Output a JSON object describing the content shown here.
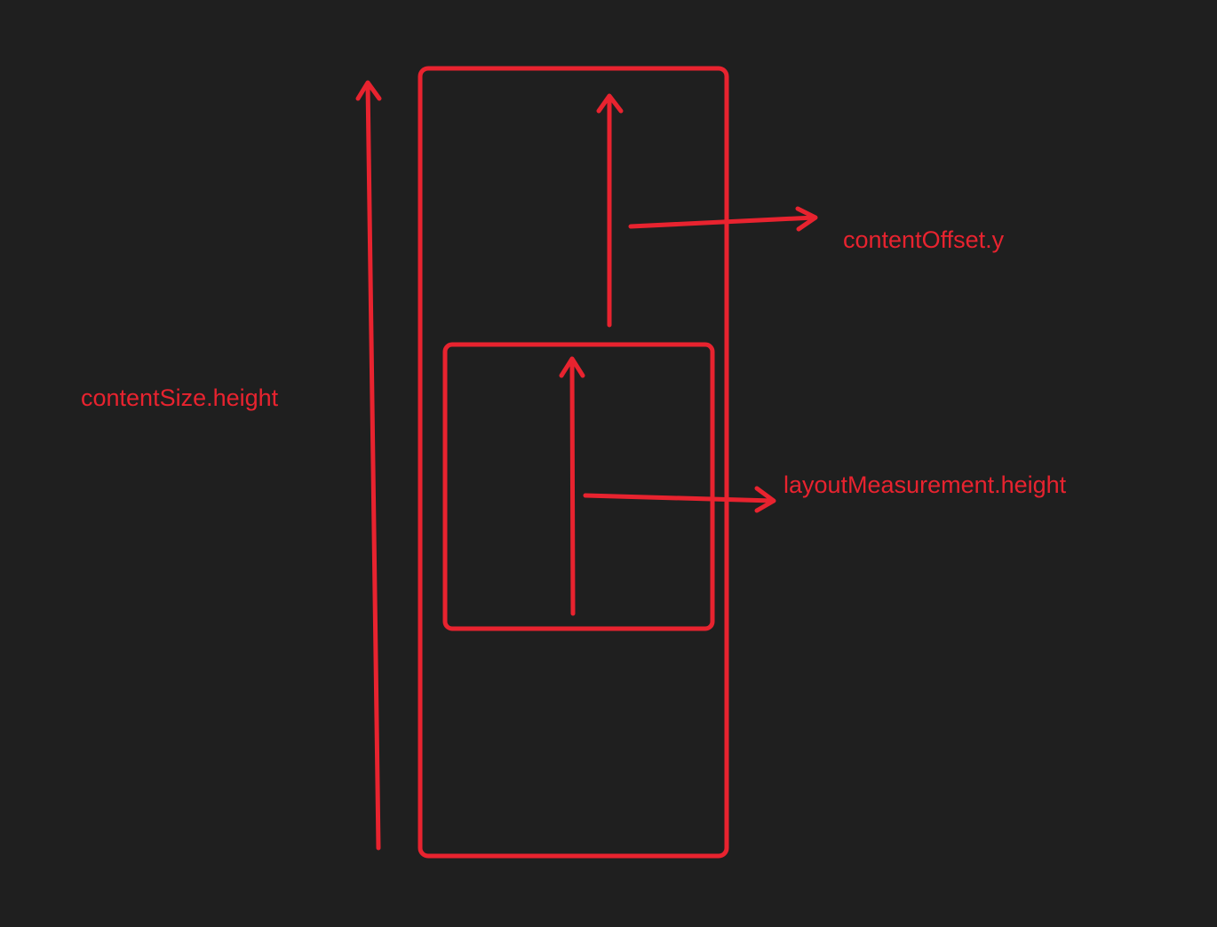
{
  "diagram": {
    "colors": {
      "background": "#1f1f1f",
      "stroke": "#e8232f",
      "text": "#e8232f"
    },
    "labels": {
      "content_size_height": "contentSize.height",
      "content_offset_y": "contentOffset.y",
      "layout_measurement_height": "layoutMeasurement.height"
    }
  }
}
